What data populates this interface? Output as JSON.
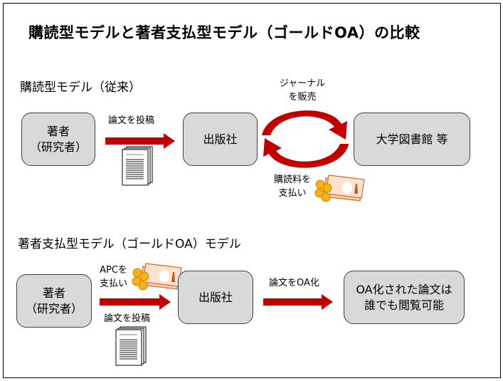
{
  "title": "購読型モデルと著者支払型モデル（ゴールドOA）の比較",
  "colors": {
    "arrow": "#c00000",
    "box_fill": "#d9d9d9",
    "box_border": "#404040"
  },
  "subscription_model": {
    "heading": "購読型モデル（従来）",
    "author_box": "著者\n（研究者）",
    "submit_label": "論文を投稿",
    "publisher_box": "出版社",
    "sell_label": "ジャーナル\nを販売",
    "library_box": "大学図書館 等",
    "pay_label": "購読料を\n支払い"
  },
  "gold_oa_model": {
    "heading": "著者支払型モデル（ゴールドOA）モデル",
    "author_box": "著者\n（研究者）",
    "apc_label": "APCを\n支払い",
    "submit_label": "論文を投稿",
    "publisher_box": "出版社",
    "oa_label": "論文をOA化",
    "result_box": "OA化された論文は\n誰でも閲覧可能"
  }
}
